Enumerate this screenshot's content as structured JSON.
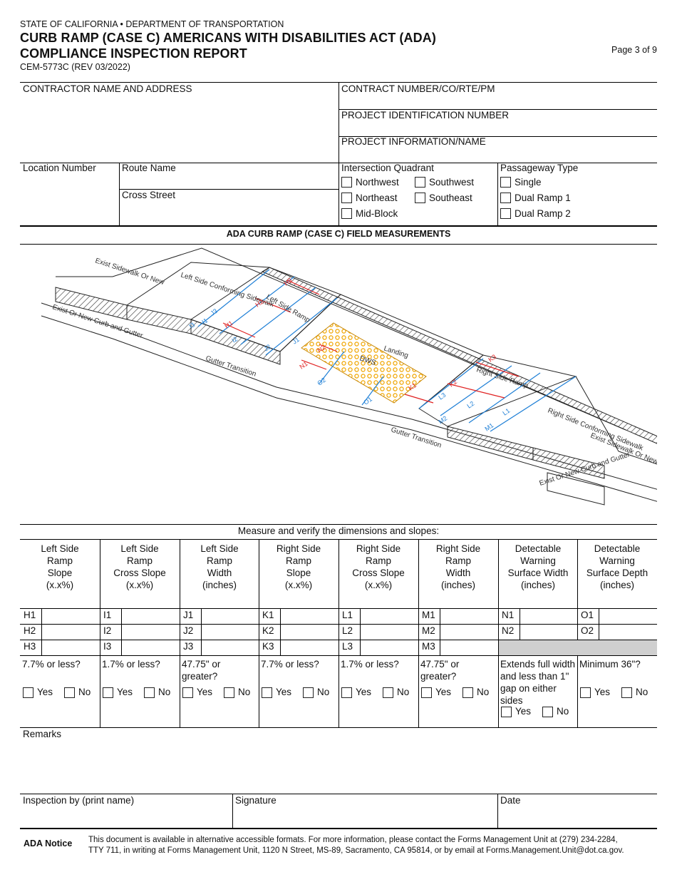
{
  "header": {
    "agency": "STATE OF CALIFORNIA • DEPARTMENT OF TRANSPORTATION",
    "title_line1": "CURB RAMP (CASE C) AMERICANS WITH DISABILITIES ACT (ADA)",
    "title_line2": "COMPLIANCE INSPECTION REPORT",
    "form_number": "CEM-5773C (REV 03/2022)",
    "page": "Page 3 of 9"
  },
  "project": {
    "contractor": "CONTRACTOR NAME AND ADDRESS",
    "contract_number": "CONTRACT NUMBER/CO/RTE/PM",
    "project_id": "PROJECT IDENTIFICATION NUMBER",
    "project_info": "PROJECT INFORMATION/NAME",
    "location_number": "Location Number",
    "route_name": "Route Name",
    "cross_street": "Cross Street",
    "intersection_quadrant": "Intersection Quadrant",
    "quadrants": [
      "Northwest",
      "Southwest",
      "Northeast",
      "Southeast",
      "Mid-Block"
    ],
    "passageway_type": "Passageway Type",
    "passageways": [
      "Single",
      "Dual Ramp 1",
      "Dual Ramp 2"
    ]
  },
  "diagram": {
    "section_title": "ADA CURB RAMP (CASE C) FIELD MEASUREMENTS",
    "labels": {
      "exist_sidewalk_left": "Exist Sidewalk Or New",
      "left_conforming": "Left Side Conforming Sidewalk",
      "curb_gutter_left": "Exist Or New Curb and Gutter",
      "left_ramp": "Left Side Ramp",
      "gutter_transition_left": "Gutter Transition",
      "landing": "Landing",
      "dws": "DWS",
      "right_ramp": "Right Side Ramp",
      "right_conforming": "Right Side Conforming Sidewalk",
      "exist_sidewalk_right": "Exist Sidewalk Or New",
      "gutter_transition_right": "Gutter Transition",
      "curb_gutter_right": "Exist Or New Curb and Gutter"
    },
    "dims": [
      "H1",
      "H2",
      "H3",
      "I1",
      "I2",
      "I3",
      "J1",
      "J2",
      "J3",
      "K1",
      "K2",
      "K3",
      "L1",
      "L2",
      "L3",
      "M1",
      "M2",
      "N1",
      "N2",
      "O1",
      "O2"
    ]
  },
  "measure": {
    "instruction": "Measure and verify the dimensions and slopes:",
    "columns": [
      {
        "head": [
          "Left Side",
          "Ramp",
          "Slope",
          "(x.x%)"
        ],
        "rows": [
          "H1",
          "H2",
          "H3"
        ],
        "criteria": "7.7% or less?"
      },
      {
        "head": [
          "Left Side",
          "Ramp",
          "Cross Slope",
          "(x.x%)"
        ],
        "rows": [
          "I1",
          "I2",
          "I3"
        ],
        "criteria": "1.7% or less?"
      },
      {
        "head": [
          "Left Side",
          "Ramp",
          "Width",
          "(inches)"
        ],
        "rows": [
          "J1",
          "J2",
          "J3"
        ],
        "criteria": "47.75\" or greater?"
      },
      {
        "head": [
          "Right Side",
          "Ramp",
          "Slope",
          "(x.x%)"
        ],
        "rows": [
          "K1",
          "K2",
          "K3"
        ],
        "criteria": "7.7% or less?"
      },
      {
        "head": [
          "Right Side",
          "Ramp",
          "Cross Slope",
          "(x.x%)"
        ],
        "rows": [
          "L1",
          "L2",
          "L3"
        ],
        "criteria": "1.7% or less?"
      },
      {
        "head": [
          "Right Side",
          "Ramp",
          "Width",
          "(inches)"
        ],
        "rows": [
          "M1",
          "M2",
          "M3"
        ],
        "criteria": "47.75\" or greater?"
      },
      {
        "head": [
          "Detectable",
          "Warning",
          "Surface Width",
          "(inches)"
        ],
        "rows": [
          "N1",
          "N2",
          ""
        ],
        "criteria": "Extends full width and less than 1\" gap on either sides"
      },
      {
        "head": [
          "Detectable",
          "Warning",
          "Surface Depth",
          "(inches)"
        ],
        "rows": [
          "O1",
          "O2",
          ""
        ],
        "criteria": "Minimum 36\"?"
      }
    ],
    "yes": "Yes",
    "no": "No"
  },
  "footer": {
    "remarks": "Remarks",
    "inspection_by": "Inspection by (print name)",
    "signature": "Signature",
    "date": "Date",
    "notice_title": "ADA Notice",
    "notice_line1": "This document is available in alternative accessible formats. For more information, please contact the Forms Management Unit at (279) 234-2284,",
    "notice_line2": "TTY 711, in writing at Forms Management Unit, 1120 N Street, MS-89, Sacramento, CA 95814, or by email at Forms.Management.Unit@dot.ca.gov."
  }
}
